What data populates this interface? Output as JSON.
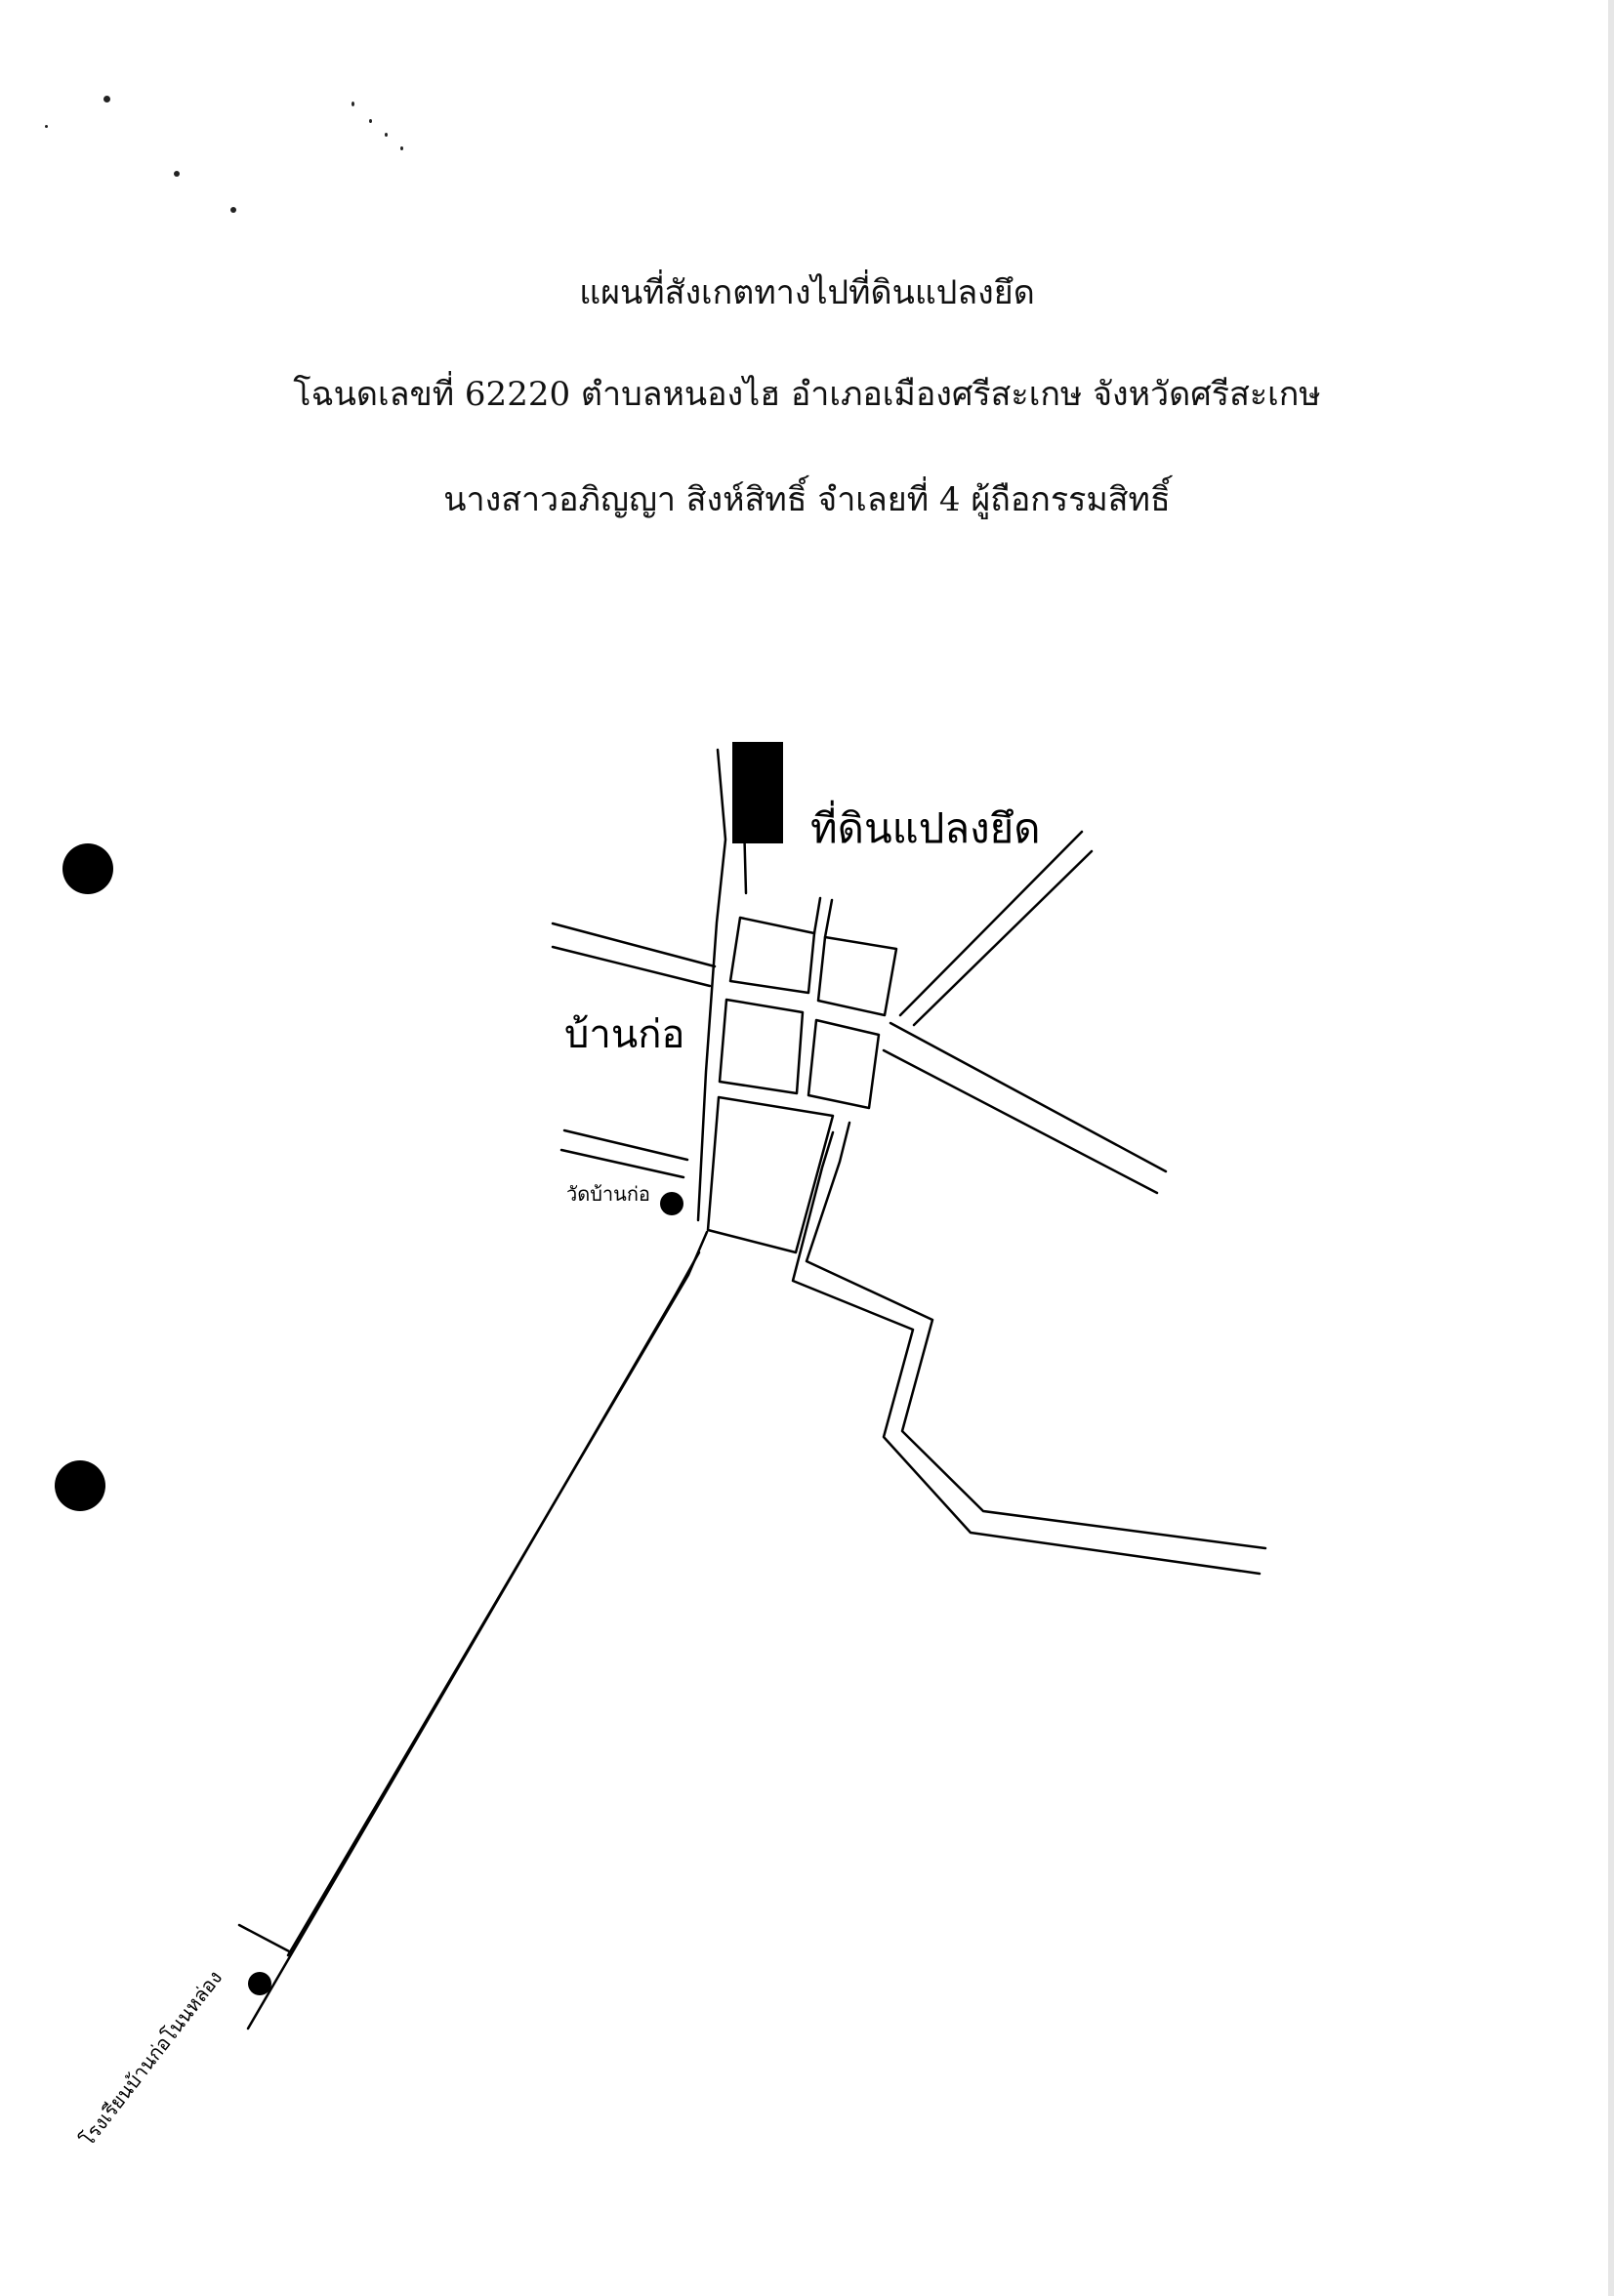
{
  "header": {
    "line1": "แผนที่สังเกตทางไปที่ดินแปลงยึด",
    "line2": "โฉนดเลขที่ 62220 ตำบลหนองไฮ อำเภอเมืองศรีสะเกษ จังหวัดศรีสะเกษ",
    "line3": "นางสาวอภิญญา  สิงห์สิทธิ์ จำเลยที่ 4 ผู้ถือกรรมสิทธิ์"
  },
  "map": {
    "labels": {
      "seized_land": "ที่ดินแปลงยึด",
      "village": "บ้านก่อ",
      "temple": "วัดบ้านก่อ",
      "school": "โรงเรียนบ้านก่อโนนหล่อง"
    },
    "colors": {
      "road_line": "#000000",
      "marker": "#000000",
      "plot": "#000000"
    }
  }
}
